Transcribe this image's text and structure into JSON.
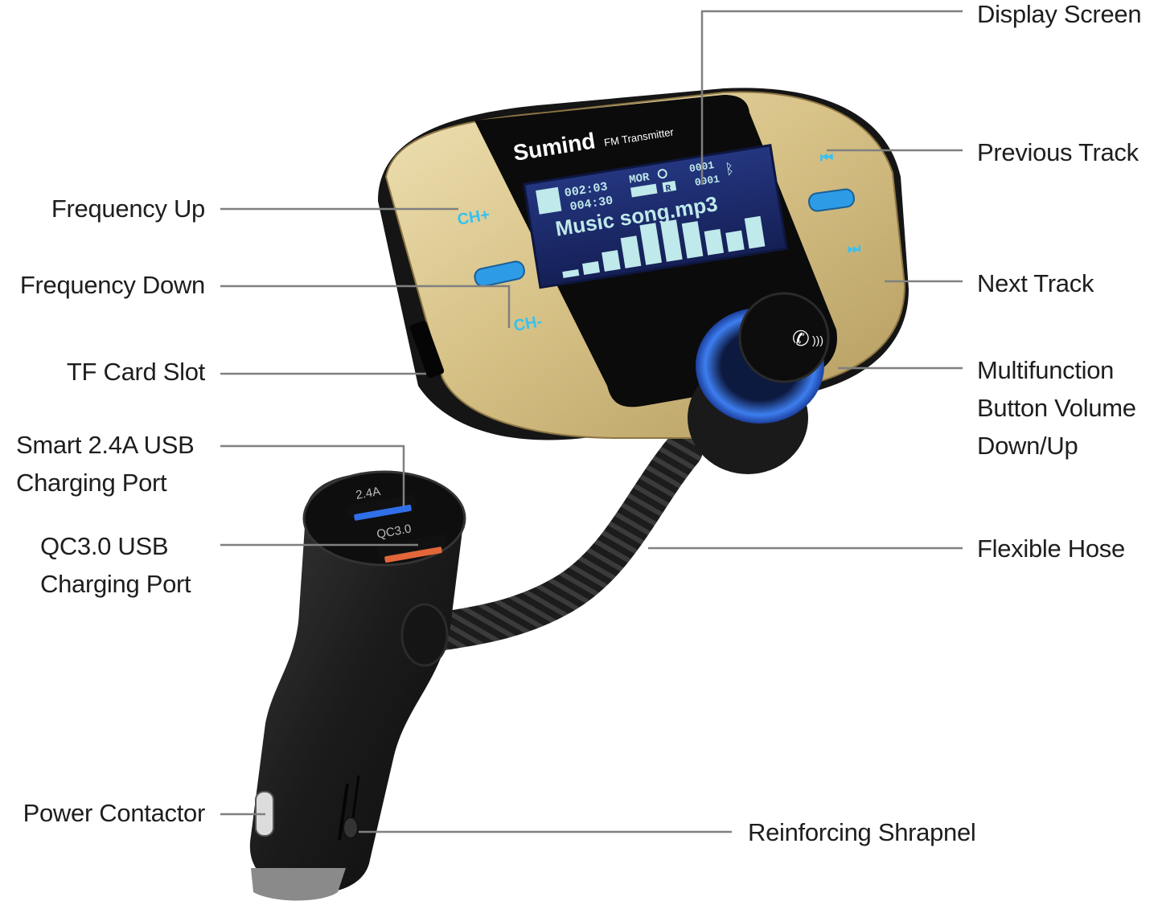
{
  "diagram": {
    "subject": "FM Transmitter",
    "brand": "Sumind",
    "brand_subtitle": "FM Transmitter",
    "colors": {
      "gold": "#d9c48c",
      "gold_dark": "#a89160",
      "body_black": "#1b1b1b",
      "screen_blue": "#1a2a6a",
      "lcd_text": "#bfe9ea",
      "accent_blue": "#2e9be6",
      "ring_blue": "#2f6fe0",
      "usb_blue": "#2f6fe8",
      "usb_orange": "#e2663a",
      "leader_line": "#808080",
      "label_text": "#1e1e1e"
    }
  },
  "device": {
    "screen": {
      "time_elapsed": "002:03",
      "time_total": "004:30",
      "mode": "MOR",
      "track_current": "0001",
      "track_total": "0001",
      "channel_badge": "R",
      "song_title": "Music song.mp3",
      "equalizer_bars": [
        1,
        2,
        3,
        5,
        7,
        7,
        6,
        4,
        3,
        4
      ]
    },
    "buttons": {
      "ch_plus": "CH+",
      "ch_minus": "CH-"
    },
    "usb_ports": {
      "top_label": "2.4A",
      "bottom_label": "QC3.0"
    },
    "knob_icon": "phone-call-icon"
  },
  "labels": {
    "left": [
      {
        "id": "frequency-up",
        "lines": [
          "Frequency Up"
        ]
      },
      {
        "id": "frequency-down",
        "lines": [
          "Frequency Down"
        ]
      },
      {
        "id": "tf-card-slot",
        "lines": [
          "TF Card Slot"
        ]
      },
      {
        "id": "smart-usb-port",
        "lines": [
          "Smart 2.4A USB",
          "Charging Port"
        ]
      },
      {
        "id": "qc-usb-port",
        "lines": [
          "QC3.0 USB",
          "Charging Port"
        ]
      },
      {
        "id": "power-contactor",
        "lines": [
          "Power Contactor"
        ]
      }
    ],
    "right": [
      {
        "id": "display-screen",
        "lines": [
          "Display Screen"
        ]
      },
      {
        "id": "previous-track",
        "lines": [
          "Previous Track"
        ]
      },
      {
        "id": "next-track",
        "lines": [
          "Next Track"
        ]
      },
      {
        "id": "multifunction-button",
        "lines": [
          "Multifunction",
          "Button Volume",
          "Down/Up"
        ]
      },
      {
        "id": "flexible-hose",
        "lines": [
          "Flexible Hose"
        ]
      },
      {
        "id": "reinforcing-shrapnel",
        "lines": [
          "Reinforcing Shrapnel"
        ]
      }
    ]
  }
}
